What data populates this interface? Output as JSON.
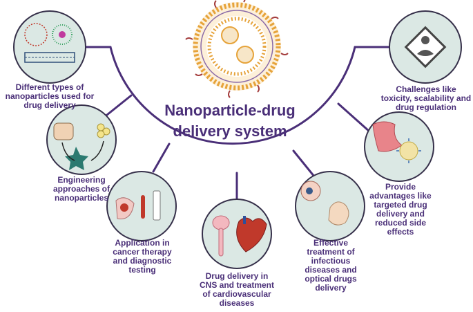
{
  "title": "Nanoparticle-drug delivery system",
  "colors": {
    "line": "#4a2f78",
    "text": "#4a2f78",
    "node_fill": "#dbe8e4",
    "node_border": "#36304a"
  },
  "nodes": [
    {
      "id": "types",
      "label": "Different types of nanoparticles used for drug delivery",
      "icon": "nanoparticle-types-icon"
    },
    {
      "id": "engineering",
      "label": "Engineering approaches of nanoparticles",
      "icon": "engineering-icon"
    },
    {
      "id": "cancer",
      "label": "Application in cancer therapy and diagnostic testing",
      "icon": "cancer-diagnostics-icon"
    },
    {
      "id": "cns",
      "label": "Drug delivery in CNS and treatment of cardiovascular diseases",
      "icon": "brain-heart-icon"
    },
    {
      "id": "infectious",
      "label": "Effective treatment of infectious diseases and optical drugs delivery",
      "icon": "eye-skin-icon"
    },
    {
      "id": "advantages",
      "label": "Provide advantages like targeted drug delivery and reduced side effects",
      "icon": "targeted-delivery-icon"
    },
    {
      "id": "challenges",
      "label": "Challenges like toxicity, scalability and drug regulation",
      "icon": "hazard-icon"
    }
  ]
}
